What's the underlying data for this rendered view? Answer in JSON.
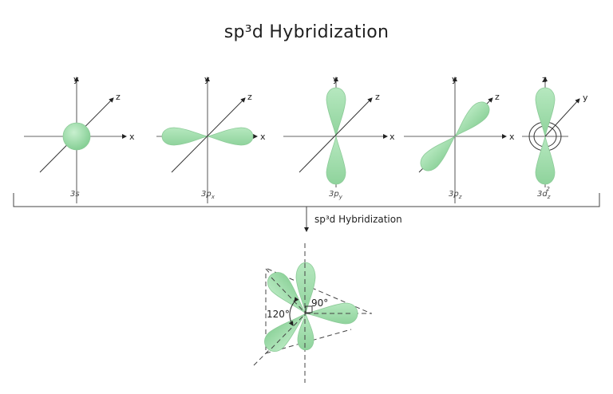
{
  "title": "sp³d Hybridization",
  "arrow_label": "sp³d Hybridization",
  "orbitals": [
    {
      "id": "3s",
      "label": "3s",
      "sub": ""
    },
    {
      "id": "3px",
      "label": "3p",
      "sub": "x"
    },
    {
      "id": "3py",
      "label": "3p",
      "sub": "y"
    },
    {
      "id": "3pz",
      "label": "3p",
      "sub": "z"
    },
    {
      "id": "3dz2",
      "label": "3d",
      "sub": "z",
      "sup": "2"
    }
  ],
  "axes": {
    "x": "x",
    "y": "y",
    "z": "z"
  },
  "angles": {
    "equatorial": "120°",
    "axial": "90°"
  },
  "colors": {
    "lobe": "#a8e0b0",
    "lobe_dark": "#7cc78a",
    "axis": "#555555",
    "text": "#222222"
  }
}
